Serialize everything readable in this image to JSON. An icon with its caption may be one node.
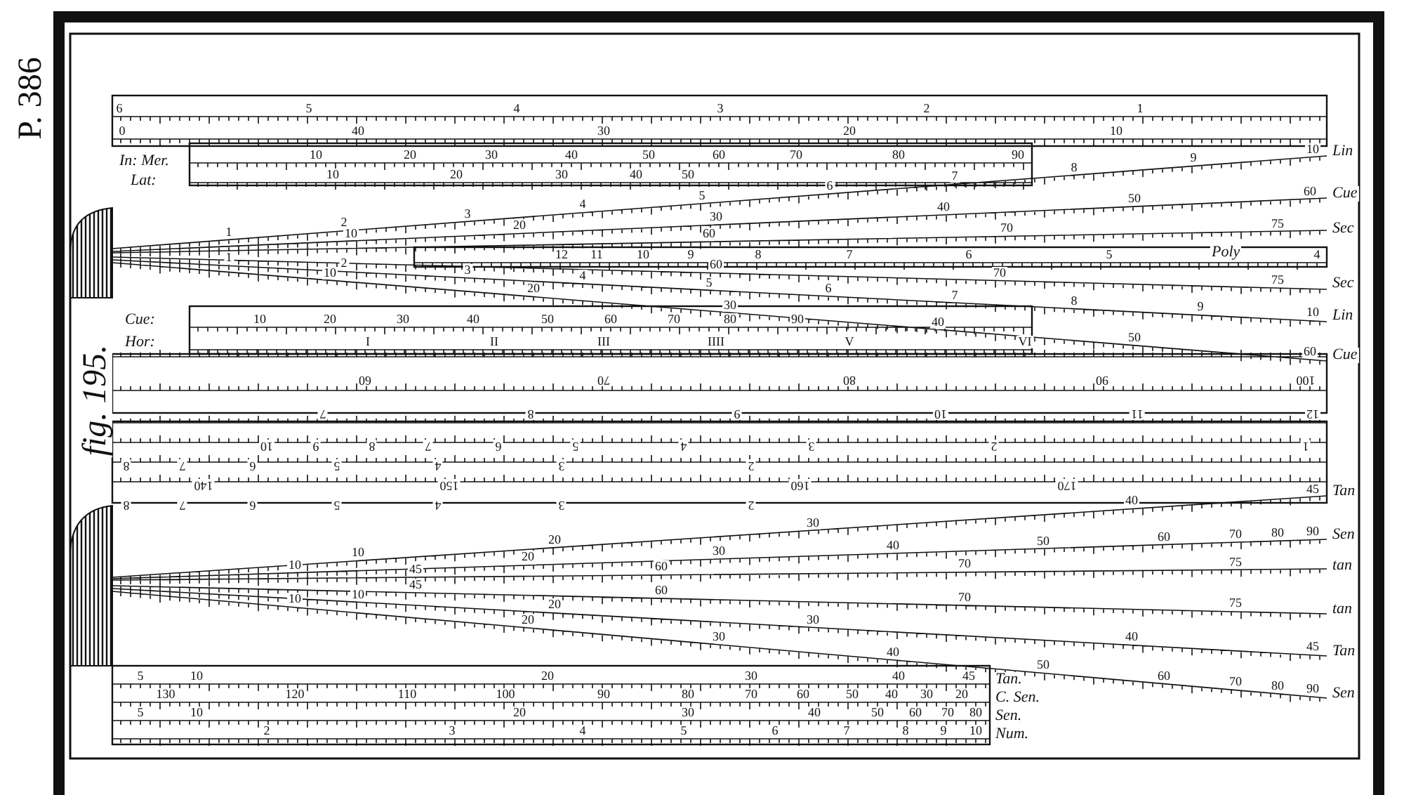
{
  "diagram": {
    "caption": "fig. 195.",
    "labels": [
      "P. 386",
      "6",
      "5",
      "4",
      "3",
      "2",
      "1",
      "0",
      "40",
      "30",
      "20",
      "10",
      "In: Mer.",
      "10",
      "20",
      "30",
      "40",
      "50",
      "60",
      "70",
      "80",
      "90",
      "Lat:",
      "10",
      "20",
      "30",
      "40",
      "50",
      "1",
      "2",
      "3",
      "4",
      "5",
      "6",
      "7",
      "8",
      "9",
      "10",
      "Lin",
      "10",
      "20",
      "30",
      "40",
      "50",
      "60",
      "Cue",
      "60",
      "70",
      "75",
      "Sec",
      "12",
      "11",
      "10",
      "9",
      "8",
      "7",
      "6",
      "5",
      "4",
      "Poly",
      "60",
      "70",
      "75",
      "Sec",
      "1",
      "2",
      "3",
      "4",
      "5",
      "6",
      "7",
      "8",
      "9",
      "10",
      "Lin",
      "10",
      "20",
      "30",
      "40",
      "50",
      "60",
      "Cue",
      "Cue:",
      "10",
      "20",
      "30",
      "40",
      "50",
      "60",
      "70",
      "80",
      "90",
      "Hor:",
      "I",
      "II",
      "III",
      "IIII",
      "V",
      "VI",
      "60",
      "70",
      "80",
      "90",
      "100",
      "7",
      "8",
      "9",
      "10",
      "11",
      "12",
      "10",
      "9",
      "8",
      "7",
      "6",
      "5",
      "4",
      "3",
      "2",
      "1",
      "8",
      "7",
      "6",
      "5",
      "4",
      "3",
      "2",
      "140",
      "150",
      "160",
      "170",
      "8",
      "7",
      "6",
      "5",
      "4",
      "3",
      "2",
      "10",
      "20",
      "30",
      "40",
      "45",
      "Tan",
      "10",
      "20",
      "30",
      "40",
      "50",
      "60",
      "70",
      "80",
      "90",
      "Sen",
      "45",
      "60",
      "70",
      "75",
      "tan",
      "45",
      "60",
      "70",
      "75",
      "tan",
      "10",
      "20",
      "30",
      "40",
      "45",
      "Tan",
      "10",
      "20",
      "30",
      "40",
      "50",
      "60",
      "70",
      "80",
      "90",
      "Sen",
      "5",
      "10",
      "20",
      "30",
      "40",
      "45",
      "Tan.",
      "130",
      "120",
      "110",
      "100",
      "90",
      "80",
      "70",
      "60",
      "50",
      "40",
      "30",
      "20",
      "C. Sen.",
      "5",
      "10",
      "20",
      "30",
      "40",
      "50",
      "60",
      "70",
      "80",
      "Sen.",
      "2",
      "3",
      "4",
      "5",
      "6",
      "7",
      "8",
      "9",
      "10",
      "Num."
    ]
  }
}
